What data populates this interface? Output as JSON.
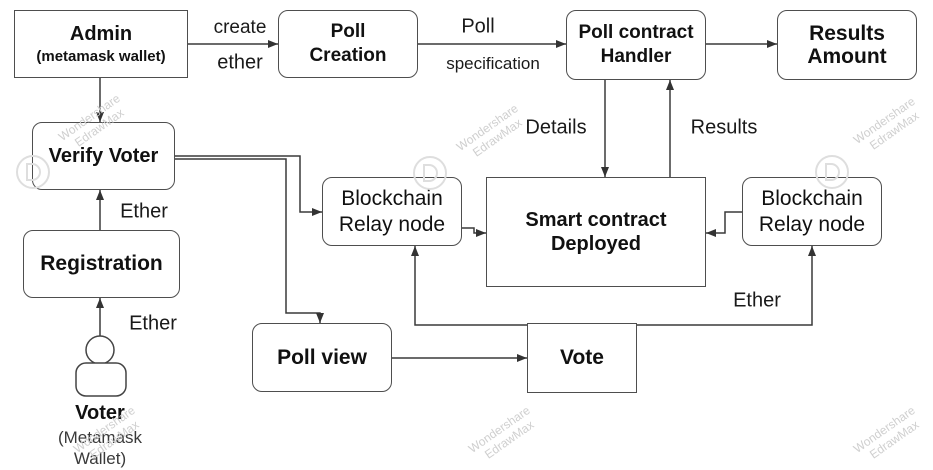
{
  "diagram": {
    "admin": {
      "title": "Admin",
      "subtitle": "(metamask wallet)"
    },
    "poll_creation": {
      "line1": "Poll",
      "line2": "Creation"
    },
    "poll_contract_handler": {
      "line1": "Poll contract",
      "line2": "Handler"
    },
    "results_amount": {
      "line1": "Results",
      "line2": "Amount"
    },
    "verify_voter": {
      "label": "Verify Voter"
    },
    "registration": {
      "label": "Registration"
    },
    "voter": {
      "title": "Voter",
      "line2": "(Metamask",
      "line3": "Wallet)",
      "icon": "user-icon"
    },
    "relay_left": {
      "line1": "Blockchain",
      "line2": "Relay node"
    },
    "smart_contract": {
      "line1": "Smart contract",
      "line2": "Deployed"
    },
    "relay_right": {
      "line1": "Blockchain",
      "line2": "Relay node"
    },
    "poll_view": {
      "label": "Poll view"
    },
    "vote": {
      "label": "Vote"
    }
  },
  "edge_labels": {
    "admin_to_poll_creation_top": "create",
    "admin_to_poll_creation_bottom": "ether",
    "poll_creation_to_handler_top": "Poll",
    "poll_creation_to_handler_bottom": "specification",
    "handler_to_contract": "Details",
    "contract_to_handler": "Results",
    "registration_to_verify": "Ether",
    "voter_to_registration": "Ether",
    "vote_to_relay_right": "Ether"
  },
  "watermark": {
    "line1": "Wondershare",
    "line2": "EdrawMax",
    "logo_icon": "edrawmax-logo-icon"
  },
  "colors": {
    "stroke": "#3a3a3a",
    "box_border": "#4e4e4e",
    "text": "#111111",
    "watermark": "#cfcfcf"
  }
}
